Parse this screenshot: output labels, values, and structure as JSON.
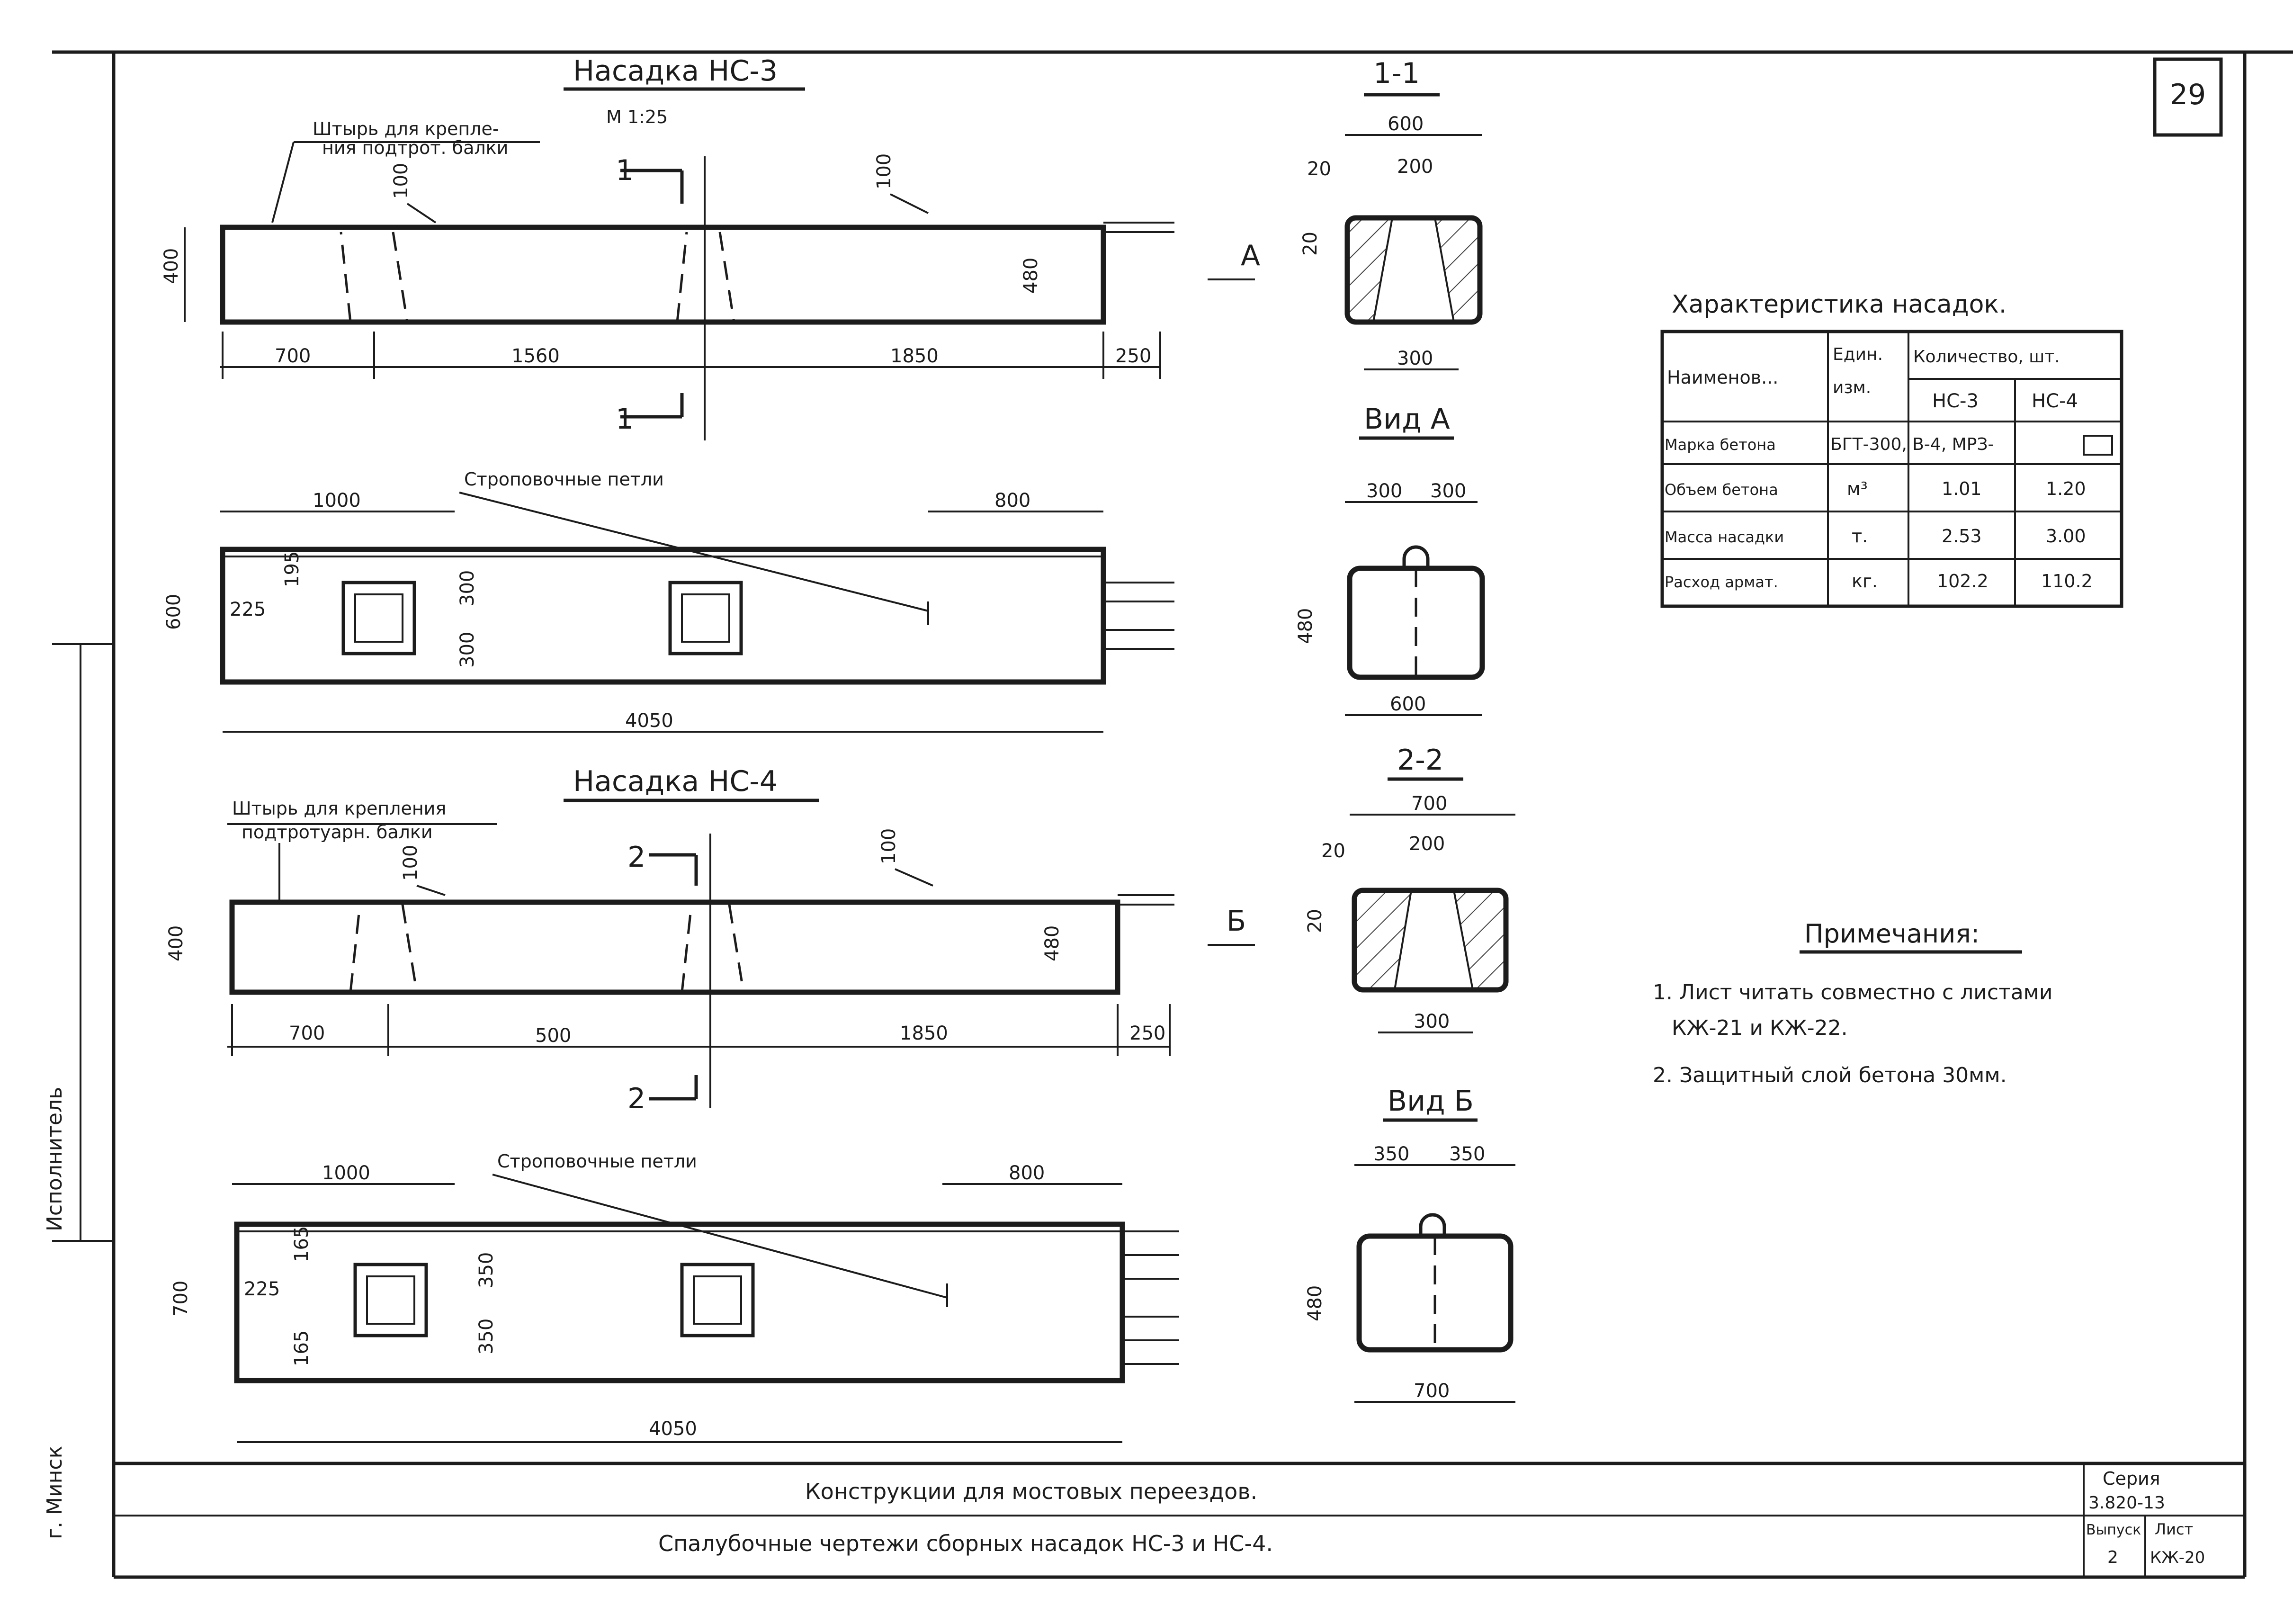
{
  "sheet_no": "29",
  "nc3": {
    "title": "Насадка НС-3",
    "scale": "М 1:25",
    "pin_label_1": "Штырь для крепле-",
    "pin_label_2": "ния подтрот. балки",
    "dims": {
      "d700": "700",
      "d1560": "1560",
      "d1850": "1850",
      "d250": "250",
      "d400": "400",
      "d480": "480",
      "d100a": "100",
      "d100b": "100",
      "d1000": "1000",
      "d800": "800",
      "d600": "600",
      "d225": "225",
      "d195": "195",
      "d300a": "300",
      "d300b": "300",
      "d4050": "4050"
    },
    "section_mark": "1",
    "view_mark": "А",
    "loops_label": "Строповочные петли"
  },
  "nc4": {
    "title": "Насадка НС-4",
    "pin_label_1": "Штырь для крепления",
    "pin_label_2": "подтротуарн. балки",
    "dims": {
      "d700": "700",
      "d500": "500",
      "d1850": "1850",
      "d250": "250",
      "d400": "400",
      "d480": "480",
      "d100a": "100",
      "d100b": "100",
      "d1000": "1000",
      "d800": "800",
      "d700h": "700",
      "d225": "225",
      "d165a": "165",
      "d165b": "165",
      "d350a": "350",
      "d350b": "350",
      "d4050": "4050"
    },
    "section_mark": "2",
    "view_mark": "Б",
    "loops_label": "Строповочные петли"
  },
  "sec11": {
    "title": "1-1",
    "d600": "600",
    "d200": "200",
    "d20a": "20",
    "d20b": "20",
    "d300": "300"
  },
  "viewA": {
    "title": "Вид А",
    "d300a": "300",
    "d300b": "300",
    "d480": "480",
    "d600": "600"
  },
  "sec22": {
    "title": "2-2",
    "d700": "700",
    "d200": "200",
    "d20a": "20",
    "d20b": "20",
    "d300": "300"
  },
  "viewB": {
    "title": "Вид Б",
    "d350a": "350",
    "d350b": "350",
    "d480": "480",
    "d700": "700"
  },
  "characteristics": {
    "title": "Характеристика насадок.",
    "head_name": "Наименов...",
    "head_unit_1": "Един.",
    "head_unit_2": "изм.",
    "head_qty": "Количество, шт.",
    "head_nc3": "НС-3",
    "head_nc4": "НС-4",
    "concrete_grade_label": "Марка бетона",
    "concrete_grade_value": "БГТ-300, В-4, МРЗ-",
    "rows": [
      {
        "name": "Объем бетона",
        "unit": "м³",
        "nc3": "1.01",
        "nc4": "1.20"
      },
      {
        "name": "Масса насадки",
        "unit": "т.",
        "nc3": "2.53",
        "nc4": "3.00"
      },
      {
        "name": "Расход армат.",
        "unit": "кг.",
        "nc3": "102.2",
        "nc4": "110.2"
      }
    ]
  },
  "notes": {
    "title": "Примечания:",
    "n1a": "1. Лист читать совместно с листами",
    "n1b": "КЖ-21 и КЖ-22.",
    "n2": "2. Защитный слой бетона 30мм."
  },
  "titleblock": {
    "project": "Конструкции для мостовых переездов.",
    "sheet_title": "Спалубочные чертежи сборных насадок НС-3 и НС-4.",
    "series_label": "Серия",
    "series_value": "3.820-13",
    "issue_label": "Выпуск",
    "issue_value": "2",
    "sheet_label": "Лист",
    "sheet_value": "КЖ-20"
  },
  "side_stamp": {
    "a": "Исполнитель",
    "b": "г. Минск"
  }
}
